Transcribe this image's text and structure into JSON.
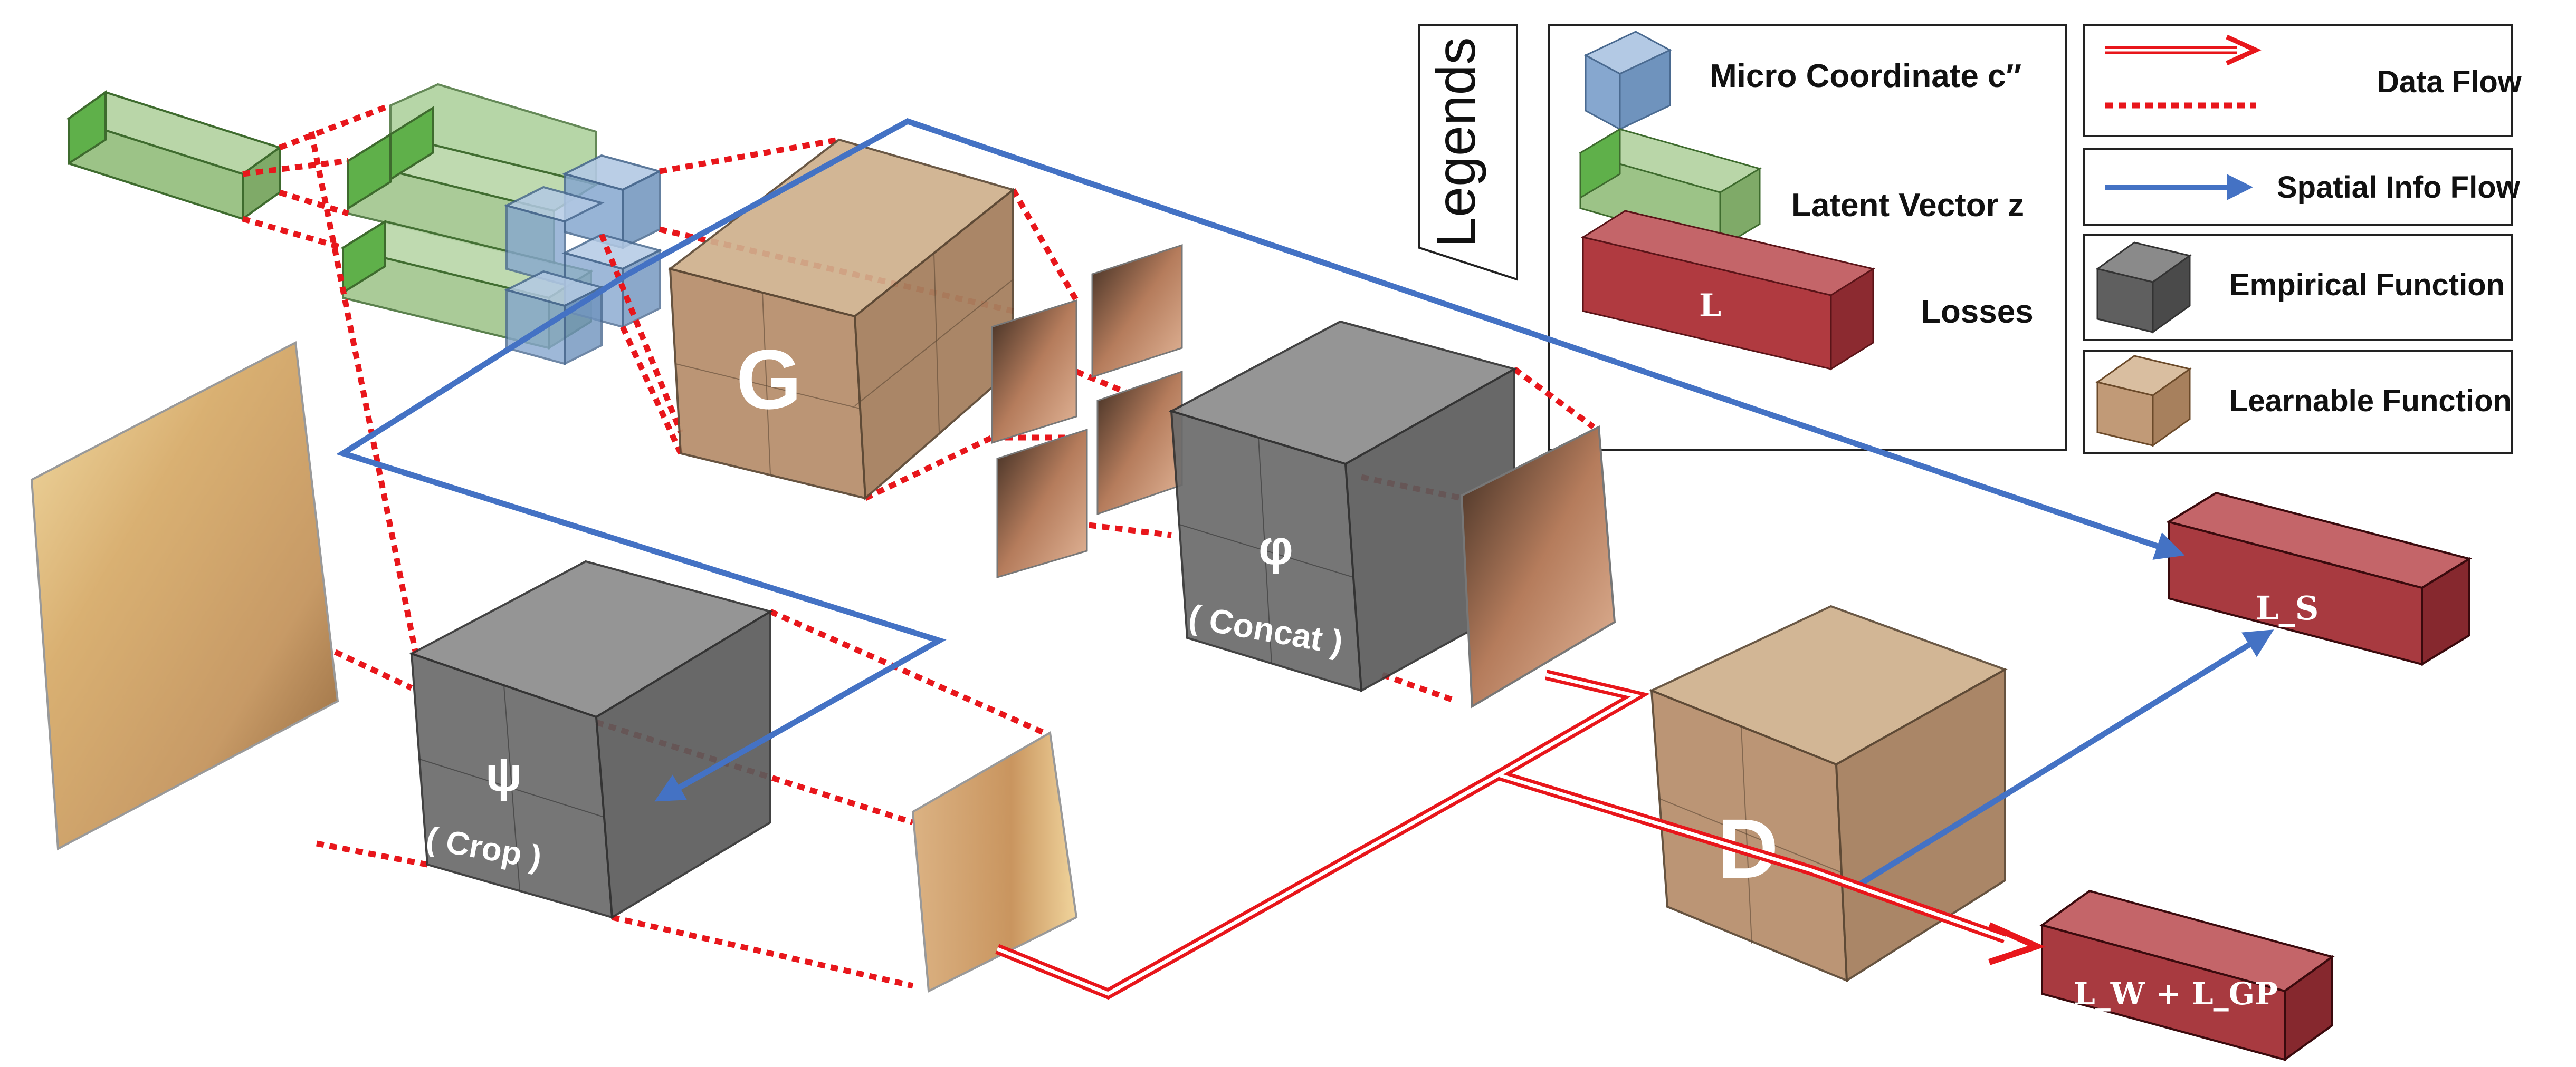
{
  "legend": {
    "title": "Legends",
    "micro_coordinate": "Micro Coordinate c″",
    "latent_vector": "Latent Vector z",
    "losses": "Losses",
    "loss_icon_letter": "L",
    "data_flow": "Data Flow",
    "spatial_info_flow": "Spatial Info Flow",
    "empirical_function": "Empirical Function",
    "learnable_function": "Learnable Function"
  },
  "nodes": {
    "generator": "G",
    "discriminator": "D",
    "concat": {
      "symbol": "φ",
      "caption": "( Concat )"
    },
    "crop": {
      "symbol": "ψ",
      "caption": "( Crop )"
    }
  },
  "losses": {
    "spatial": "L_S",
    "adversarial": "L_W + L_GP"
  },
  "colors": {
    "data_flow": "#e8161b",
    "spatial_flow": "#4472c4",
    "learnable": "#b8906e",
    "empirical": "#6b6b6b",
    "latent": "#8fbf7a",
    "micro": "#8fb0d6",
    "loss": "#a33036"
  }
}
